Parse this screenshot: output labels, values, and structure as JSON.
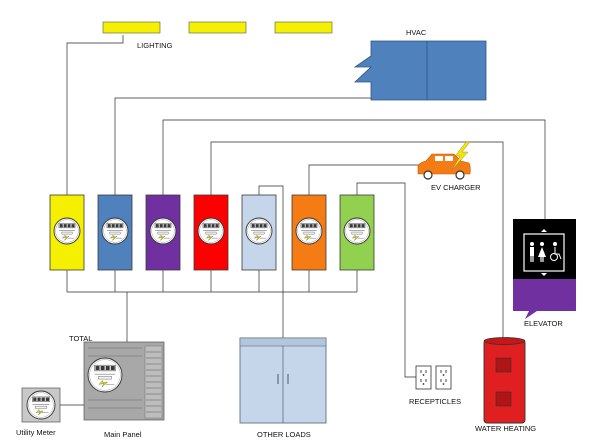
{
  "labels": {
    "lighting": "LIGHTING",
    "hvac": "HVAC",
    "ev_charger": "EV CHARGER",
    "elevator": "ELEVATOR",
    "total": "TOTAL",
    "utility_meter": "Utility Meter",
    "main_panel": "Main Panel",
    "other_loads": "OTHER LOADS",
    "receptacles": "RECEPTICLES",
    "water_heating": "WATER HEATING"
  },
  "submeters": [
    {
      "name": "lighting",
      "color": "#f5f000"
    },
    {
      "name": "hvac",
      "color": "#4f81bd"
    },
    {
      "name": "elevator",
      "color": "#7030a0"
    },
    {
      "name": "water-heating",
      "color": "#ff0000"
    },
    {
      "name": "other-loads",
      "color": "#c5d6ea"
    },
    {
      "name": "ev-charger",
      "color": "#f57c14"
    },
    {
      "name": "receptacles",
      "color": "#92d050"
    }
  ],
  "colors": {
    "lighting_fixture": "#f5f000",
    "hvac_unit": "#4f81bd",
    "ev_car": "#f57c14",
    "elevator_panel": "#7030a0",
    "water_heater": "#e02020",
    "other_loads_cabinet": "#c5d6ea",
    "main_panel": "#a8a8a8"
  },
  "icons": {
    "meter": "electric-meter-icon",
    "car": "ev-car-icon",
    "bolt": "lightning-bolt-icon",
    "elevator_people": "elevator-people-icon",
    "wheelchair": "wheelchair-icon",
    "outlet": "duplex-outlet-icon"
  }
}
